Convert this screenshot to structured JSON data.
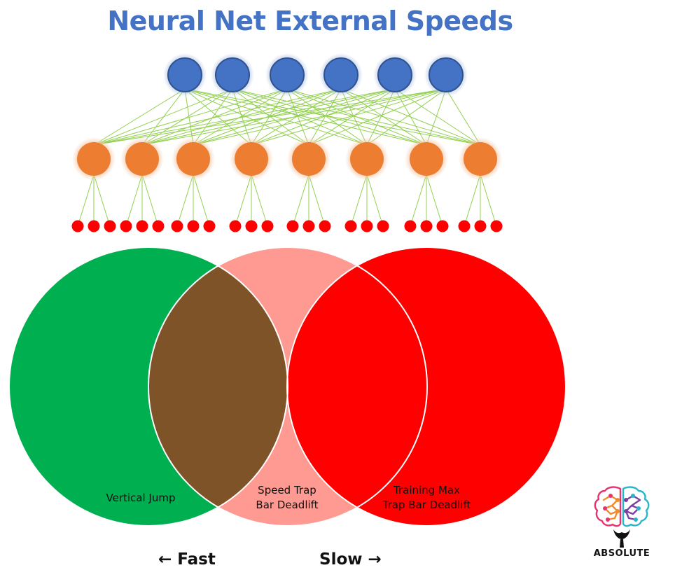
{
  "title": "Neural Net External Speeds",
  "network": {
    "input_count": 6,
    "hidden_count": 8,
    "leaves_per_node": 3,
    "colors": {
      "input_node": "#4472c4",
      "input_stroke": "#2f528f",
      "input_glow": "#b4c7e7",
      "hidden_node": "#ed7d31",
      "hidden_glow": "#f8cbad",
      "leaf_node": "#ff0000",
      "edge": "#92d050"
    }
  },
  "venn": {
    "colors": {
      "left": "#00b050",
      "middle": "#ff9a92",
      "right": "#ff0000",
      "left_middle_overlap": "#7f5328",
      "outline": "#ffffff"
    },
    "labels": {
      "left": "Vertical Jump",
      "middle_line1": "Speed Trap",
      "middle_line2": "Bar Deadlift",
      "right_line1": "Training Max",
      "right_line2": "Trap Bar Deadlift"
    }
  },
  "axis": {
    "fast": "← Fast",
    "slow": "Slow →"
  },
  "logo": {
    "name": "brain-logo",
    "text": "ABSOLUTE",
    "colors": [
      "#e8336f",
      "#f28c28",
      "#2bb5c8",
      "#7b3fa0",
      "#111111"
    ]
  }
}
